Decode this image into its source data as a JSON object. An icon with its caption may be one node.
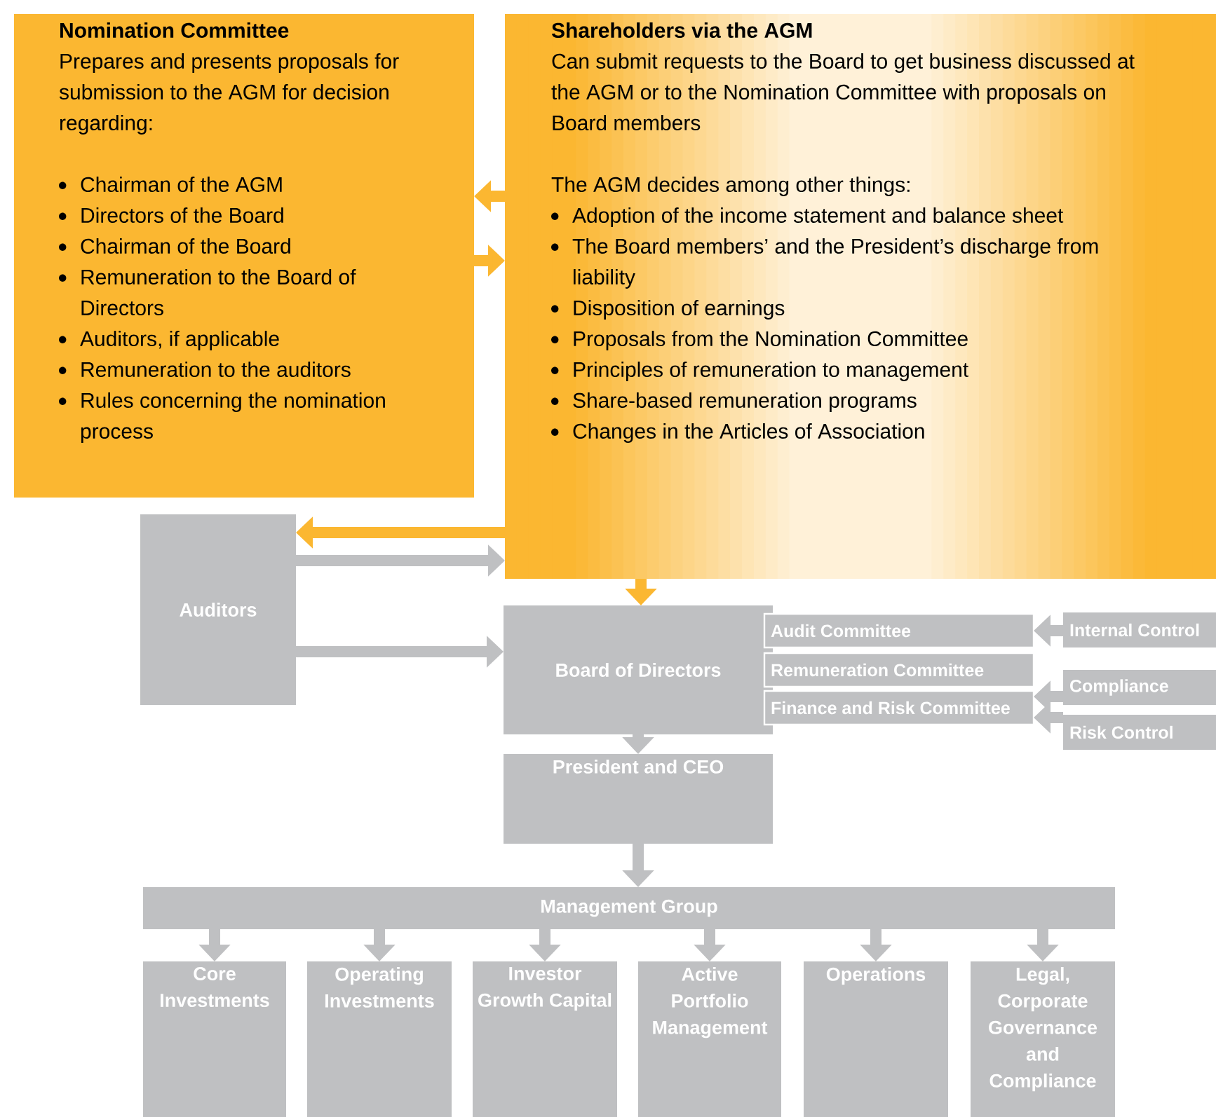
{
  "diagram": {
    "nodes": [
      {
        "text": [
          "Nomination Committee",
          "Prepares and presents proposals for submission to the AGM for decision regarding:",
          "Chairman of the AGM",
          "Directors of the Board",
          "Chairman of the Board",
          "Remuneration to the Board of Directors",
          "Auditors, if applicable",
          "Remuneration to the auditors",
          "Rules concerning the nomination process"
        ]
      },
      {
        "text": [
          "Shareholders via the AGM",
          "Can submit requests to the Board to get business discussed at the AGM or to the Nomination Committee with proposals on Board members",
          "The AGM decides among other things:",
          "Adoption of the income statement and balance sheet",
          "The Board members’ and the President’s discharge from liability",
          "Disposition of earnings",
          "Proposals from the Nomination Committee",
          "Principles of remuneration to management",
          "Share-based remuneration programs",
          "Changes in the Articles of Association"
        ]
      },
      {
        "text": [
          "Auditors"
        ]
      },
      {
        "text": [
          "Board of Directors"
        ]
      },
      {
        "text": [
          "Audit Committee"
        ]
      },
      {
        "text": [
          "Remuneration Committee"
        ]
      },
      {
        "text": [
          "Finance and Risk Committee"
        ]
      },
      {
        "text": [
          "Internal Control"
        ]
      },
      {
        "text": [
          "Compliance"
        ]
      },
      {
        "text": [
          "Risk Control"
        ]
      },
      {
        "text": [
          "President and CEO"
        ]
      },
      {
        "text": [
          "Management Group"
        ]
      },
      {
        "text": [
          "Core Investments"
        ]
      },
      {
        "text": [
          "Operating Investments"
        ]
      },
      {
        "text": [
          "Investor Growth Capital"
        ]
      },
      {
        "text": [
          "Active Portfolio Management"
        ]
      },
      {
        "text": [
          "Operations"
        ]
      },
      {
        "text": [
          "Legal, Corporate Governance and Compliance"
        ]
      }
    ],
    "edges": [
      {
        "from": 1,
        "to": 0,
        "arrow": "to",
        "color": "#fbb731"
      },
      {
        "from": 0,
        "to": 1,
        "arrow": "to",
        "color": "#fbb731"
      },
      {
        "from": 1,
        "to": 2,
        "arrow": "to",
        "color": "#fbb731"
      },
      {
        "from": 2,
        "to": 1,
        "arrow": "to"
      },
      {
        "from": 1,
        "to": 3,
        "arrow": "to",
        "color": "#fbb731"
      },
      {
        "from": 2,
        "to": 3,
        "arrow": "to"
      },
      {
        "from": 7,
        "to": 4,
        "arrow": "to"
      },
      {
        "from": 8,
        "to": 6,
        "arrow": "to"
      },
      {
        "from": 9,
        "to": 6,
        "arrow": "to"
      },
      {
        "from": 3,
        "to": 10,
        "arrow": "to"
      },
      {
        "from": 10,
        "to": 11,
        "arrow": "to"
      },
      {
        "from": 11,
        "to": 12,
        "arrow": "to"
      },
      {
        "from": 11,
        "to": 13,
        "arrow": "to"
      },
      {
        "from": 11,
        "to": 14,
        "arrow": "to"
      },
      {
        "from": 11,
        "to": 15,
        "arrow": "to"
      },
      {
        "from": 11,
        "to": 16,
        "arrow": "to"
      },
      {
        "from": 11,
        "to": 17,
        "arrow": "to"
      }
    ]
  }
}
